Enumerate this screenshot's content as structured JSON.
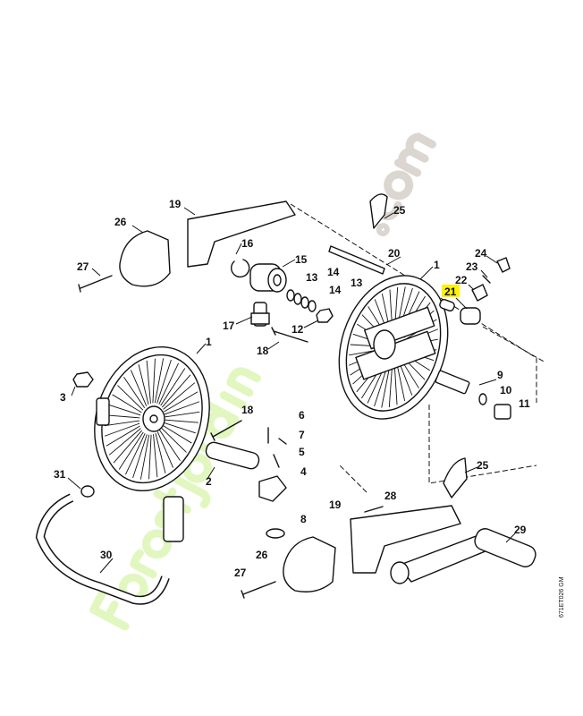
{
  "diagram": {
    "title": "Hose reel exploded parts diagram",
    "watermark": "Forestjardin.com",
    "drawing_code": "671ET026 GM",
    "highlight_color": "#fff200",
    "highlighted_part": "21",
    "labels": {
      "p19a": "19",
      "p26a": "26",
      "p27a": "27",
      "p16": "16",
      "p15": "15",
      "p13a": "13",
      "p14a": "14",
      "p14b": "14",
      "p13b": "13",
      "p17": "17",
      "p12": "12",
      "p18a": "18",
      "p20": "20",
      "p1a": "1",
      "p25a": "25",
      "p24": "24",
      "p23": "23",
      "p22": "22",
      "p21": "21",
      "p9": "9",
      "p10": "10",
      "p11": "11",
      "p1b": "1",
      "p3": "3",
      "p18b": "18",
      "p6": "6",
      "p7": "7",
      "p5": "5",
      "p4": "4",
      "p2": "2",
      "p25b": "25",
      "p31": "31",
      "p28": "28",
      "p19b": "19",
      "p8": "8",
      "p29": "29",
      "p26b": "26",
      "p30": "30",
      "p27b": "27"
    }
  }
}
